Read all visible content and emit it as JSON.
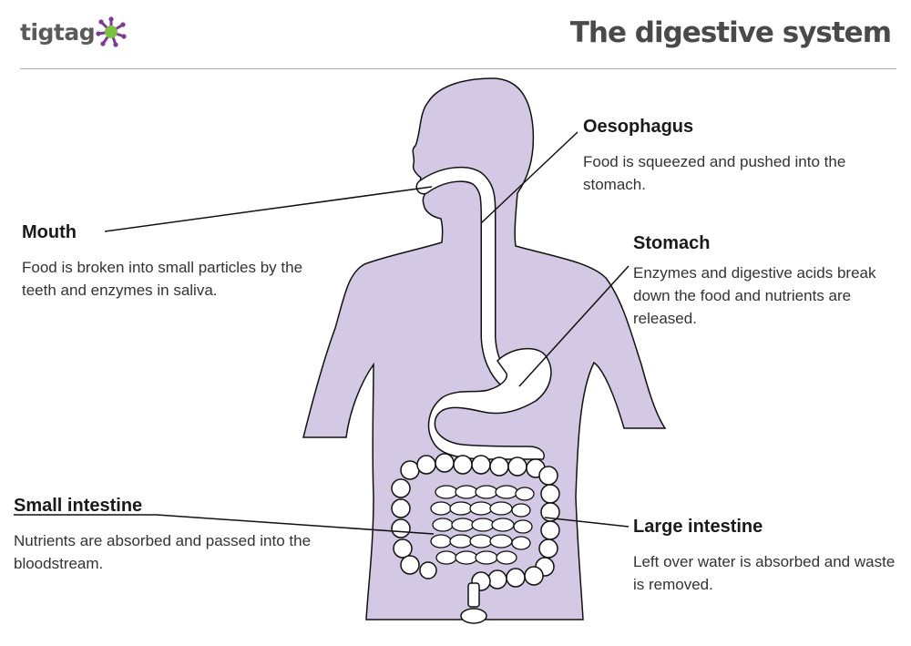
{
  "brand": {
    "logo_text": "tigtag",
    "accent": "#7bc143",
    "accent2": "#7a3b97"
  },
  "header": {
    "title": "The digestive system"
  },
  "colors": {
    "body_fill": "#d4c9e4",
    "tract_fill": "#ffffff",
    "outline": "#111111"
  },
  "labels": {
    "oesophagus": {
      "title": "Oesophagus",
      "text": "Food is squeezed and pushed into the stomach."
    },
    "mouth": {
      "title": "Mouth",
      "text": "Food is broken into small particles by the teeth and enzymes in saliva."
    },
    "stomach": {
      "title": "Stomach",
      "text": "Enzymes and digestive acids break down the food and nutrients are released."
    },
    "small_intestine": {
      "title": "Small intestine",
      "text": "Nutrients are absorbed and passed into the bloodstream."
    },
    "large_intestine": {
      "title": "Large intestine",
      "text": "Left over water is absorbed and waste is removed."
    }
  }
}
